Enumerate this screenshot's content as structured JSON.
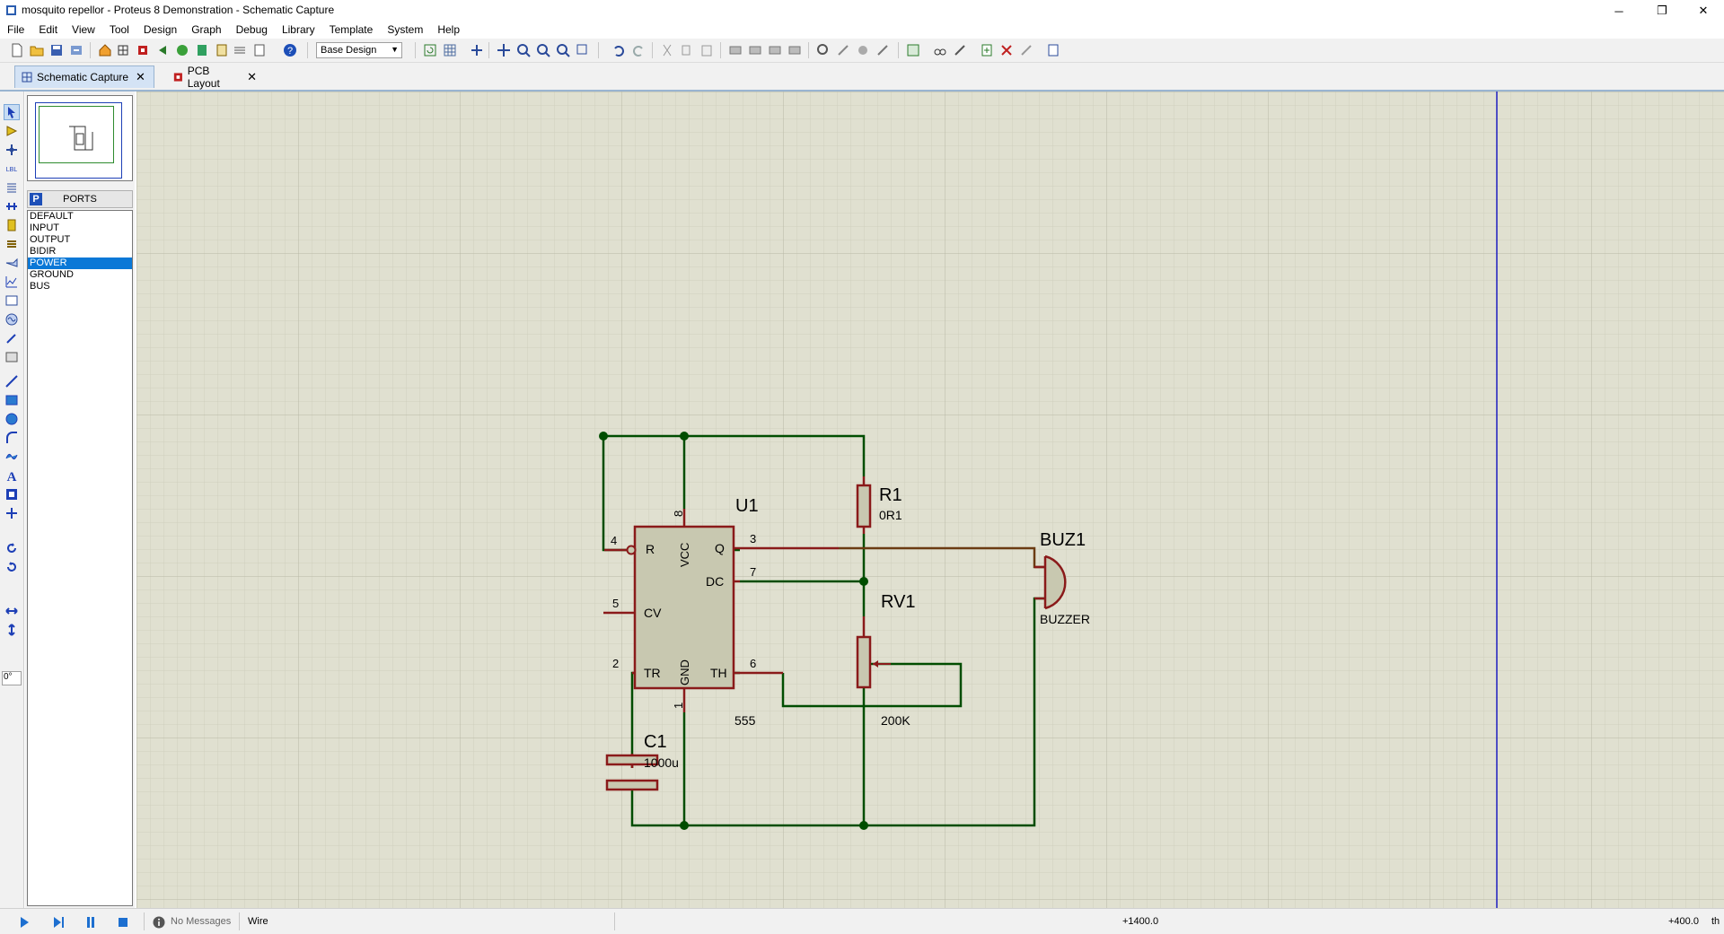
{
  "window": {
    "title": "mosquito repellor - Proteus 8 Demonstration - Schematic Capture",
    "minimize": "─",
    "maximize": "❐",
    "close": "✕"
  },
  "menu": [
    "File",
    "Edit",
    "View",
    "Tool",
    "Design",
    "Graph",
    "Debug",
    "Library",
    "Template",
    "System",
    "Help"
  ],
  "toolbar": {
    "design_select": "Base Design",
    "select_arrow": "▼"
  },
  "tabs": [
    {
      "label": "Schematic Capture",
      "close": "✕"
    },
    {
      "label": "PCB Layout",
      "close": "✕"
    }
  ],
  "left_tools": {
    "rotation_value": "0°"
  },
  "ports_panel": {
    "badge": "P",
    "title": "PORTS",
    "items": [
      "DEFAULT",
      "INPUT",
      "OUTPUT",
      "BIDIR",
      "POWER",
      "GROUND",
      "BUS"
    ],
    "selected": "POWER"
  },
  "schematic": {
    "u1": {
      "ref": "U1",
      "value": "555",
      "pins": {
        "r": "R",
        "q": "Q",
        "vcc": "VCC",
        "dc": "DC",
        "cv": "CV",
        "tr": "TR",
        "gnd": "GND",
        "th": "TH"
      },
      "pin_numbers": {
        "p4": "4",
        "p8": "8",
        "p3": "3",
        "p7": "7",
        "p5": "5",
        "p2": "2",
        "p6": "6",
        "p1": "1"
      }
    },
    "r1": {
      "ref": "R1",
      "value": "0R1"
    },
    "rv1": {
      "ref": "RV1",
      "value": "200K"
    },
    "c1": {
      "ref": "C1",
      "value": "1000u"
    },
    "buz1": {
      "ref": "BUZ1",
      "value": "BUZZER"
    }
  },
  "status": {
    "messages": "No Messages",
    "mode": "Wire",
    "coord_x": "+1400.0",
    "coord_y": "+400.0",
    "units": "th"
  },
  "colors": {
    "canvas": "#e0e0d0",
    "grid": "#c6c6b4",
    "wire": "#004d00",
    "component_outline": "#8a1a1a",
    "component_fill": "#c8c8b0",
    "sheet_border": "#1d1dbf",
    "selection": "#0a78d7"
  }
}
